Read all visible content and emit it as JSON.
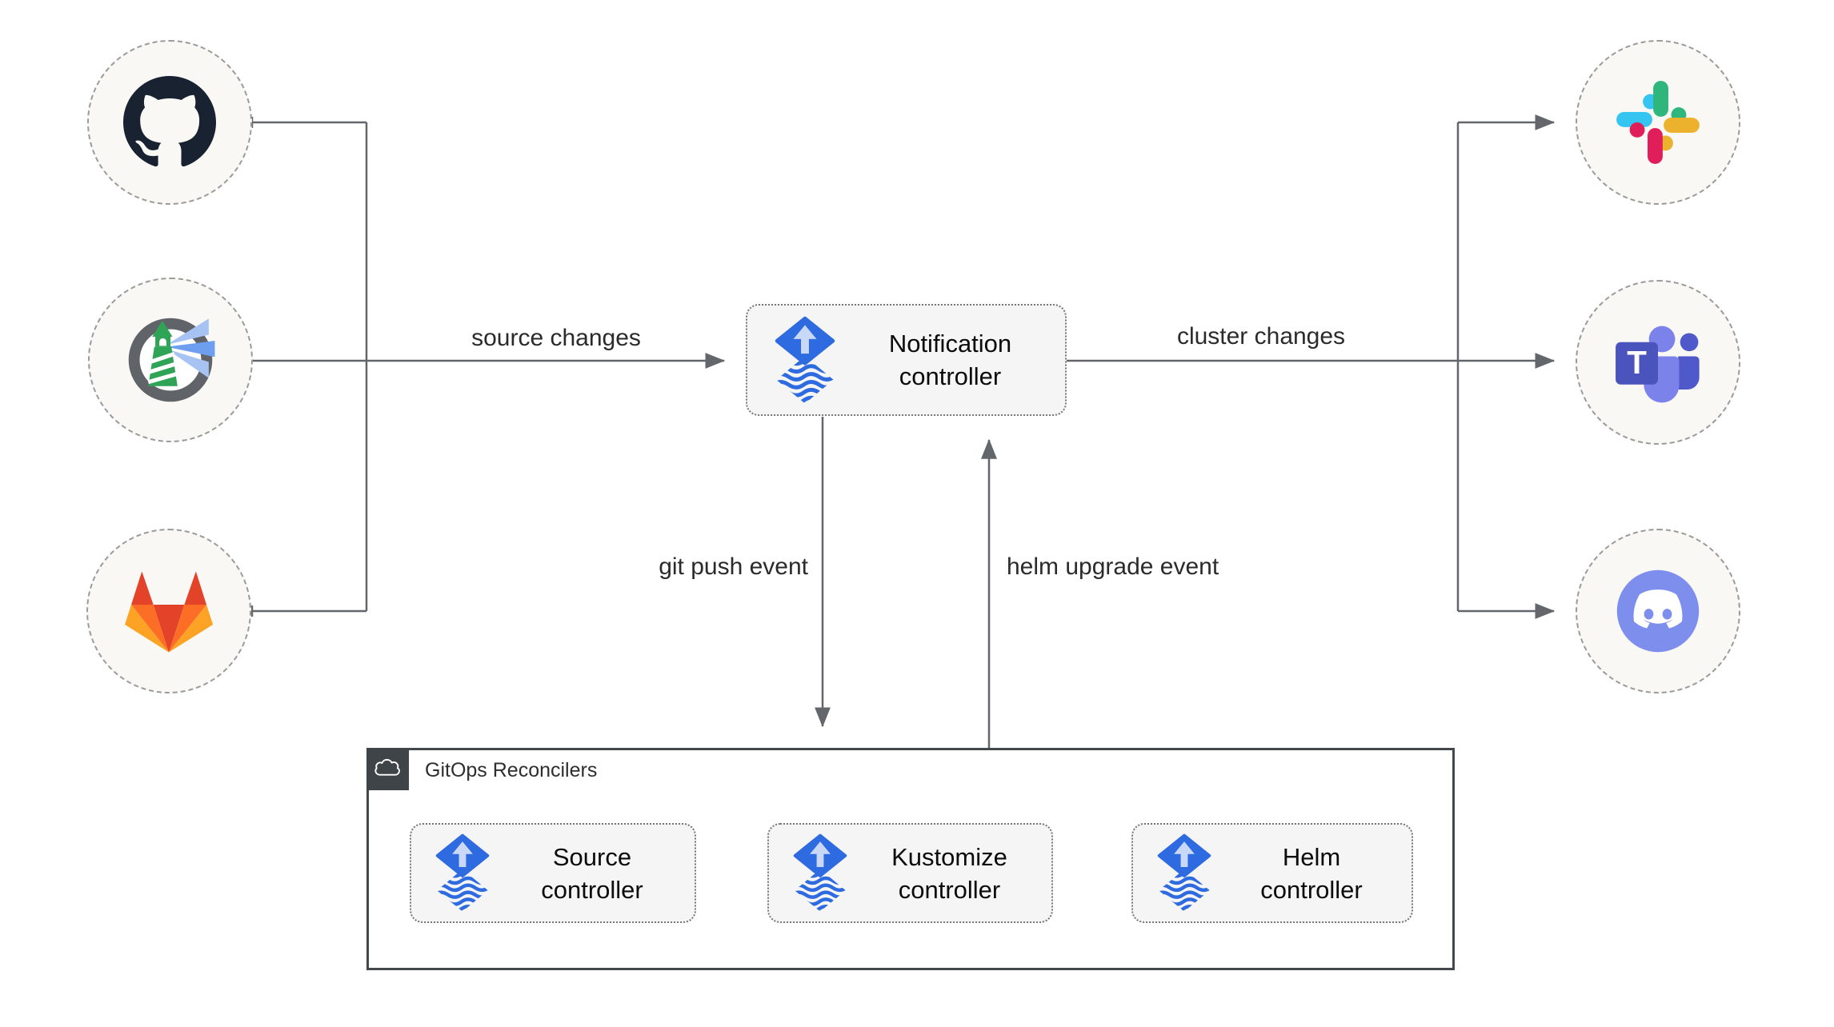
{
  "nodes": {
    "notification_controller": {
      "line1": "Notification",
      "line2": "controller",
      "icon": "flux-icon"
    },
    "source_controller": {
      "line1": "Source",
      "line2": "controller",
      "icon": "flux-icon"
    },
    "kustomize_controller": {
      "line1": "Kustomize",
      "line2": "controller",
      "icon": "flux-icon"
    },
    "helm_controller": {
      "line1": "Helm",
      "line2": "controller",
      "icon": "flux-icon"
    },
    "gitops_reconcilers": {
      "label": "GitOps Reconcilers",
      "icon": "cloud-icon"
    }
  },
  "sources": [
    {
      "name": "GitHub",
      "icon": "github-icon"
    },
    {
      "name": "Harbor",
      "icon": "harbor-icon"
    },
    {
      "name": "GitLab",
      "icon": "gitlab-icon"
    }
  ],
  "targets": [
    {
      "name": "Slack",
      "icon": "slack-icon"
    },
    {
      "name": "Microsoft Teams",
      "icon": "teams-icon"
    },
    {
      "name": "Discord",
      "icon": "discord-icon"
    }
  ],
  "edges": {
    "source_changes": "source changes",
    "cluster_changes": "cluster changes",
    "git_push_event": "git push event",
    "helm_upgrade_event": "helm upgrade event"
  },
  "colors": {
    "connector": "#63676b",
    "node_fill": "#f5f5f5",
    "node_border": "#767676",
    "endpoint_fill": "#f9f8f5",
    "endpoint_border": "#9b9b9b",
    "container_border": "#43484d",
    "flux_blue": "#2f6be0",
    "flux_arrow_light": "#c9d8f6",
    "github_dark": "#182230",
    "gitlab_red": "#e24329",
    "gitlab_orange": "#fc6d26",
    "gitlab_yellow": "#fca326",
    "slack_blue": "#36c5f0",
    "slack_green": "#2eb67d",
    "slack_yellow": "#ecb22e",
    "slack_pink": "#e01e5a",
    "teams_purple": "#4b53bc",
    "teams_light": "#7b83eb",
    "teams_mid": "#5059c9",
    "discord_blurple": "#7d8eec",
    "harbor_gray": "#606469",
    "harbor_green": "#2fa457",
    "harbor_beam": "#6d9ef0"
  }
}
